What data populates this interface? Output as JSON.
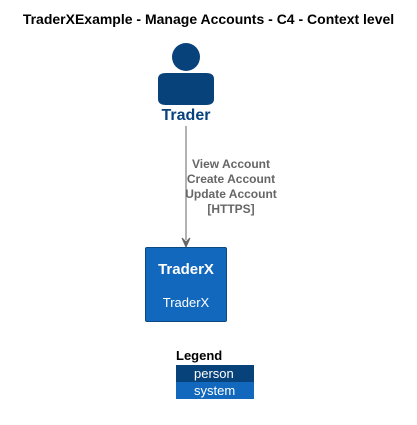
{
  "title": "TraderXExample - Manage Accounts - C4 - Context level",
  "person": {
    "label": "Trader"
  },
  "relationship": {
    "lines": [
      "View Account",
      "Create Account",
      "Update Account",
      "[HTTPS]"
    ]
  },
  "system": {
    "name": "TraderX",
    "description": "TraderX"
  },
  "legend": {
    "title": "Legend",
    "items": [
      {
        "label": "person",
        "color": "#08427b"
      },
      {
        "label": "system",
        "color": "#1168bd",
        "icon": ""
      }
    ]
  },
  "colors": {
    "person": "#08427b",
    "system": "#1168bd",
    "arrow": "#666666"
  }
}
